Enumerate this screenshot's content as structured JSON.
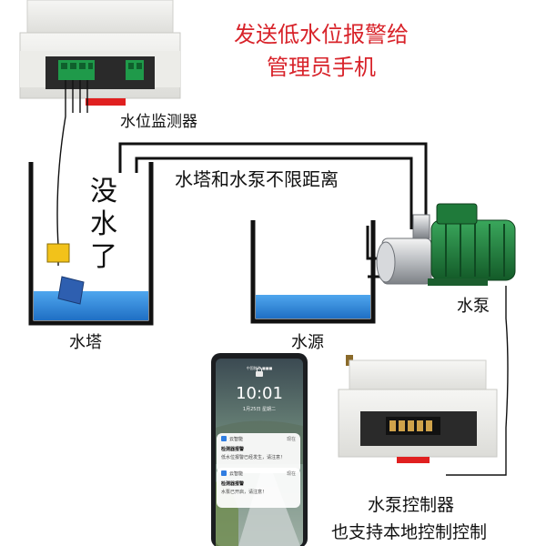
{
  "headline": {
    "line1": "发送低水位报警给",
    "line2": "管理员手机"
  },
  "labels": {
    "monitor": "水位监测器",
    "tower": "水塔",
    "source": "水源",
    "pump": "水泵",
    "distance": "水塔和水泵不限距离",
    "controller": "水泵控制器",
    "local_control": "也支持本地控制控制",
    "no_water_chars": [
      "没",
      "水",
      "了"
    ]
  },
  "phone": {
    "status": "中国移动 ■■■",
    "time": "10:01",
    "date": "1月25日 星期二",
    "notifications": [
      {
        "app": "云智能",
        "time": "现在",
        "title": "检测器报警",
        "message": "低水位报警已经发生，请注意！"
      },
      {
        "app": "云智能",
        "time": "现在",
        "title": "检测器报警",
        "message": "水泵已开启，请注意！"
      }
    ]
  },
  "colors": {
    "headline": "#d8232a",
    "water": "#2f86d6",
    "pump_green": "#1f7a3a",
    "float_yellow": "#f2c21a",
    "float_blue": "#2e5fb0",
    "wire": "#111111",
    "sensor_red": "#e02020",
    "terminal_green": "#1f9a4a"
  },
  "icons": [
    "float-switch-icon",
    "pump-icon",
    "controller-device-icon",
    "phone-icon",
    "lock-icon"
  ]
}
